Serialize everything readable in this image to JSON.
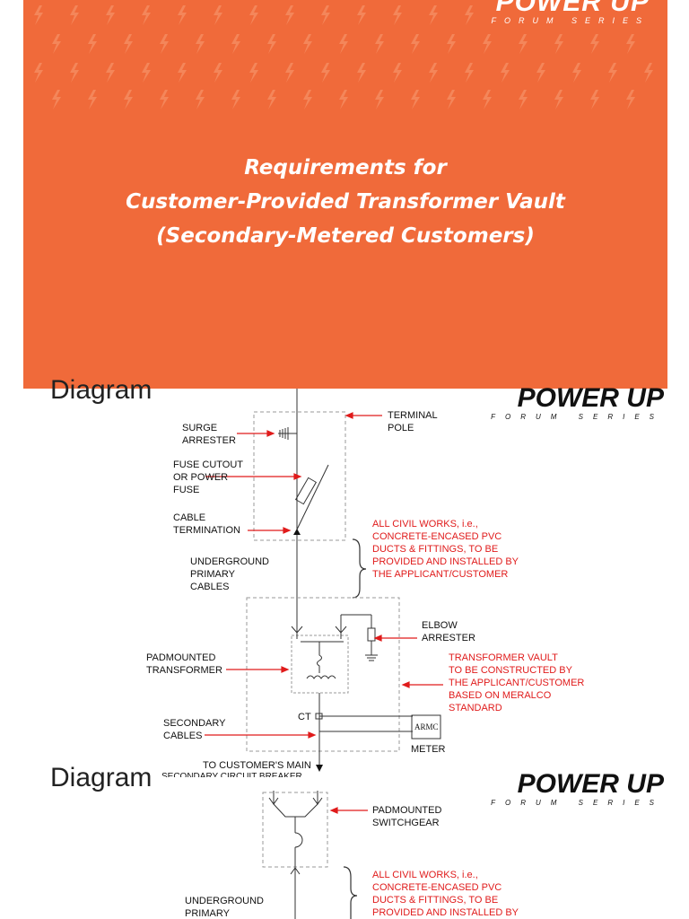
{
  "banner": {
    "brand": "POWER UP",
    "brand_sub": "FORUM SERIES",
    "title_lines": [
      "Requirements for",
      "Customer-Provided Transformer Vault",
      "(Secondary-Metered Customers)"
    ],
    "color": "#f06a3a"
  },
  "slide1": {
    "title_fragment": "Diagram",
    "brand": "POWER UP",
    "brand_sub": "FORUM SERIES",
    "labels": {
      "surge_arrester": "SURGE\nARRESTER",
      "terminal_pole": "TERMINAL\nPOLE",
      "fuse_cutout": "FUSE CUTOUT\nOR POWER\nFUSE",
      "cable_termination": "CABLE\nTERMINATION",
      "underground_primary": "UNDERGROUND\nPRIMARY\nCABLES",
      "civil_works": "ALL CIVIL WORKS, i.e.,\nCONCRETE-ENCASED PVC\nDUCTS & FITTINGS, TO BE\nPROVIDED AND INSTALLED BY\nTHE APPLICANT/CUSTOMER",
      "elbow_arrester": "ELBOW\nARRESTER",
      "padmounted_transformer": "PADMOUNTED\nTRANSFORMER",
      "vault_note": "TRANSFORMER VAULT\nTO BE CONSTRUCTED BY\nTHE APPLICANT/CUSTOMER\nBASED ON MERALCO\nSTANDARD",
      "ct": "CT",
      "secondary_cables": "SECONDARY\nCABLES",
      "armc": "ARMC",
      "meter": "METER",
      "customers_main": "TO CUSTOMER'S MAIN",
      "customers_main_cut": "SECONDARY CIRCUIT BREAKER"
    }
  },
  "slide2": {
    "title_fragment": "Diagram",
    "brand": "POWER UP",
    "brand_sub": "FORUM SERIES",
    "labels": {
      "padmounted_switchgear": "PADMOUNTED\nSWITCHGEAR",
      "civil_works": "ALL CIVIL WORKS, i.e.,\nCONCRETE-ENCASED PVC\nDUCTS & FITTINGS,  TO BE\nPROVIDED AND INSTALLED BY",
      "underground_primary": "UNDERGROUND\nPRIMARY"
    }
  },
  "colors": {
    "label_black": "#111111",
    "note_red": "#e01b1b",
    "pointer_red": "#e01b1b",
    "dashed_gray": "#9a9a9a"
  }
}
